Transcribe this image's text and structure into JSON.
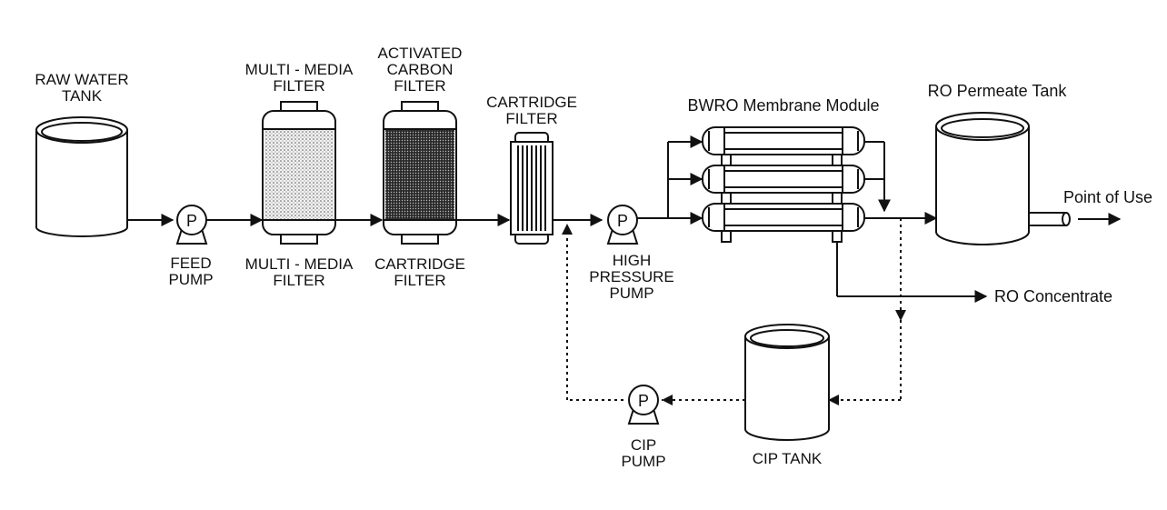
{
  "colors": {
    "line": "#111111",
    "background": "#ffffff",
    "fill_light": "#d6d6d6",
    "fill_dark": "#3a3a3a"
  },
  "pump_symbol": "P",
  "labels": {
    "raw_water_tank": [
      "RAW WATER",
      "TANK"
    ],
    "feed_pump": [
      "FEED",
      "PUMP"
    ],
    "mmf_top": [
      "MULTI - MEDIA",
      "FILTER"
    ],
    "mmf_bottom": [
      "MULTI - MEDIA",
      "FILTER"
    ],
    "acf_top": [
      "ACTIVATED",
      "CARBON",
      "FILTER"
    ],
    "acf_bottom": [
      "CARTRIDGE",
      "FILTER"
    ],
    "cartridge_top": [
      "CARTRIDGE",
      "FILTER"
    ],
    "hp_pump": [
      "HIGH",
      "PRESSURE",
      "PUMP"
    ],
    "membrane_module": "BWRO Membrane Module",
    "permeate_tank": "RO Permeate Tank",
    "point_of_use": "Point of Use",
    "concentrate": "RO Concentrate",
    "cip_tank": "CIP TANK",
    "cip_pump": [
      "CIP",
      "PUMP"
    ]
  }
}
